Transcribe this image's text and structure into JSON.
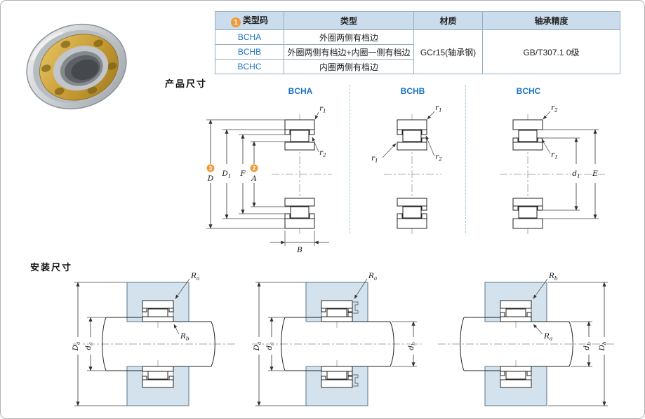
{
  "page": {
    "section_product": "产品尺寸",
    "section_install": "安装尺寸"
  },
  "table": {
    "headers": {
      "code_badge": "1",
      "code": "类型码",
      "type": "类型",
      "material": "材质",
      "precision": "轴承精度"
    },
    "rows": [
      {
        "code": "BCHA",
        "type": "外圈两侧有档边"
      },
      {
        "code": "BCHB",
        "type": "外圈两侧有档边+内圈一侧有档边"
      },
      {
        "code": "BCHC",
        "type": "内圈两侧有档边"
      }
    ],
    "material_value": "GCr15(轴承钢)",
    "precision_value": "GB/T307.1 0级"
  },
  "badges": {
    "n1": "1",
    "n2": "2",
    "n3": "3"
  },
  "product_diagrams": [
    {
      "title": "BCHA",
      "dims_shown": [
        "r1",
        "r2",
        "D",
        "D1",
        "F",
        "A",
        "B"
      ]
    },
    {
      "title": "BCHB",
      "dims_shown": [
        "r1",
        "r1",
        "r2"
      ]
    },
    {
      "title": "BCHC",
      "dims_shown": [
        "r2",
        "r1",
        "d1",
        "E"
      ]
    }
  ],
  "install_diagrams": [
    {
      "dims_shown": [
        "Ra",
        "Rb",
        "Da",
        "da"
      ]
    },
    {
      "dims_shown": [
        "Ra",
        "Da",
        "da",
        "db"
      ]
    },
    {
      "dims_shown": [
        "Rb",
        "Ra",
        "db",
        "Db"
      ]
    }
  ],
  "dims": {
    "r1": {
      "m": "r",
      "s": "1"
    },
    "r2": {
      "m": "r",
      "s": "2"
    },
    "D": {
      "m": "D",
      "s": ""
    },
    "D1": {
      "m": "D",
      "s": "1"
    },
    "F": {
      "m": "F",
      "s": ""
    },
    "A": {
      "m": "A",
      "s": ""
    },
    "B": {
      "m": "B",
      "s": ""
    },
    "d1": {
      "m": "d",
      "s": "1"
    },
    "E": {
      "m": "E",
      "s": ""
    },
    "Ra": {
      "m": "R",
      "s": "a"
    },
    "Rb": {
      "m": "R",
      "s": "b"
    },
    "Da": {
      "m": "D",
      "s": "a"
    },
    "da": {
      "m": "d",
      "s": "a"
    },
    "Db": {
      "m": "D",
      "s": "b"
    },
    "db": {
      "m": "d",
      "s": "b"
    }
  },
  "colors": {
    "accent_blue": "#1a74c0",
    "badge_orange": "#f19a38",
    "table_header_bg": "#cbdded",
    "housing_fill": "#d3e2ec"
  }
}
